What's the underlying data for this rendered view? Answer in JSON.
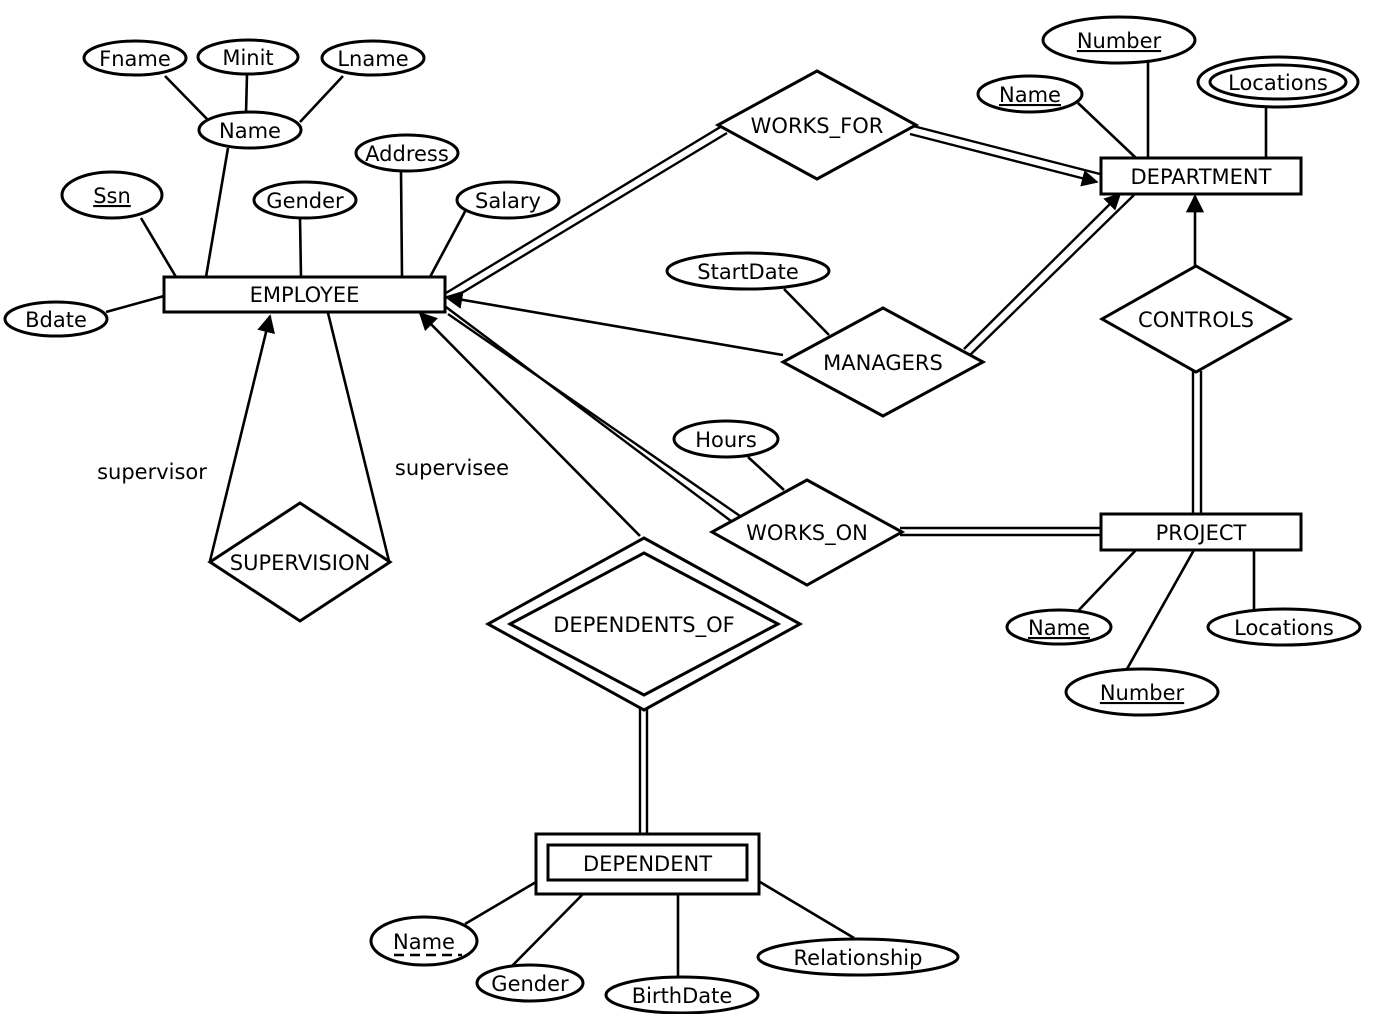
{
  "colors": {
    "stroke": "#000000",
    "fill": "#ffffff",
    "text": "#000000"
  },
  "entities": {
    "employee": "EMPLOYEE",
    "department": "DEPARTMENT",
    "project": "PROJECT",
    "dependent": "DEPENDENT"
  },
  "relationships": {
    "works_for": "WORKS_FOR",
    "managers": "MANAGERS",
    "controls": "CONTROLS",
    "works_on": "WORKS_ON",
    "supervision": "SUPERVISION",
    "dependents_of": "DEPENDENTS_OF"
  },
  "attributes": {
    "employee": {
      "fname": "Fname",
      "minit": "Minit",
      "lname": "Lname",
      "name": "Name",
      "ssn": "Ssn",
      "gender": "Gender",
      "address": "Address",
      "salary": "Salary",
      "bdate": "Bdate"
    },
    "department": {
      "number": "Number",
      "name": "Name",
      "locations": "Locations"
    },
    "managers": {
      "start_date": "StartDate"
    },
    "works_on": {
      "hours": "Hours"
    },
    "project": {
      "name": "Name",
      "locations": "Locations",
      "number": "Number"
    },
    "dependent": {
      "name": "Name",
      "gender": "Gender",
      "birth_date": "BirthDate",
      "relationship": "Relationship"
    }
  },
  "roles": {
    "supervisor": "supervisor",
    "supervisee": "supervisee"
  }
}
